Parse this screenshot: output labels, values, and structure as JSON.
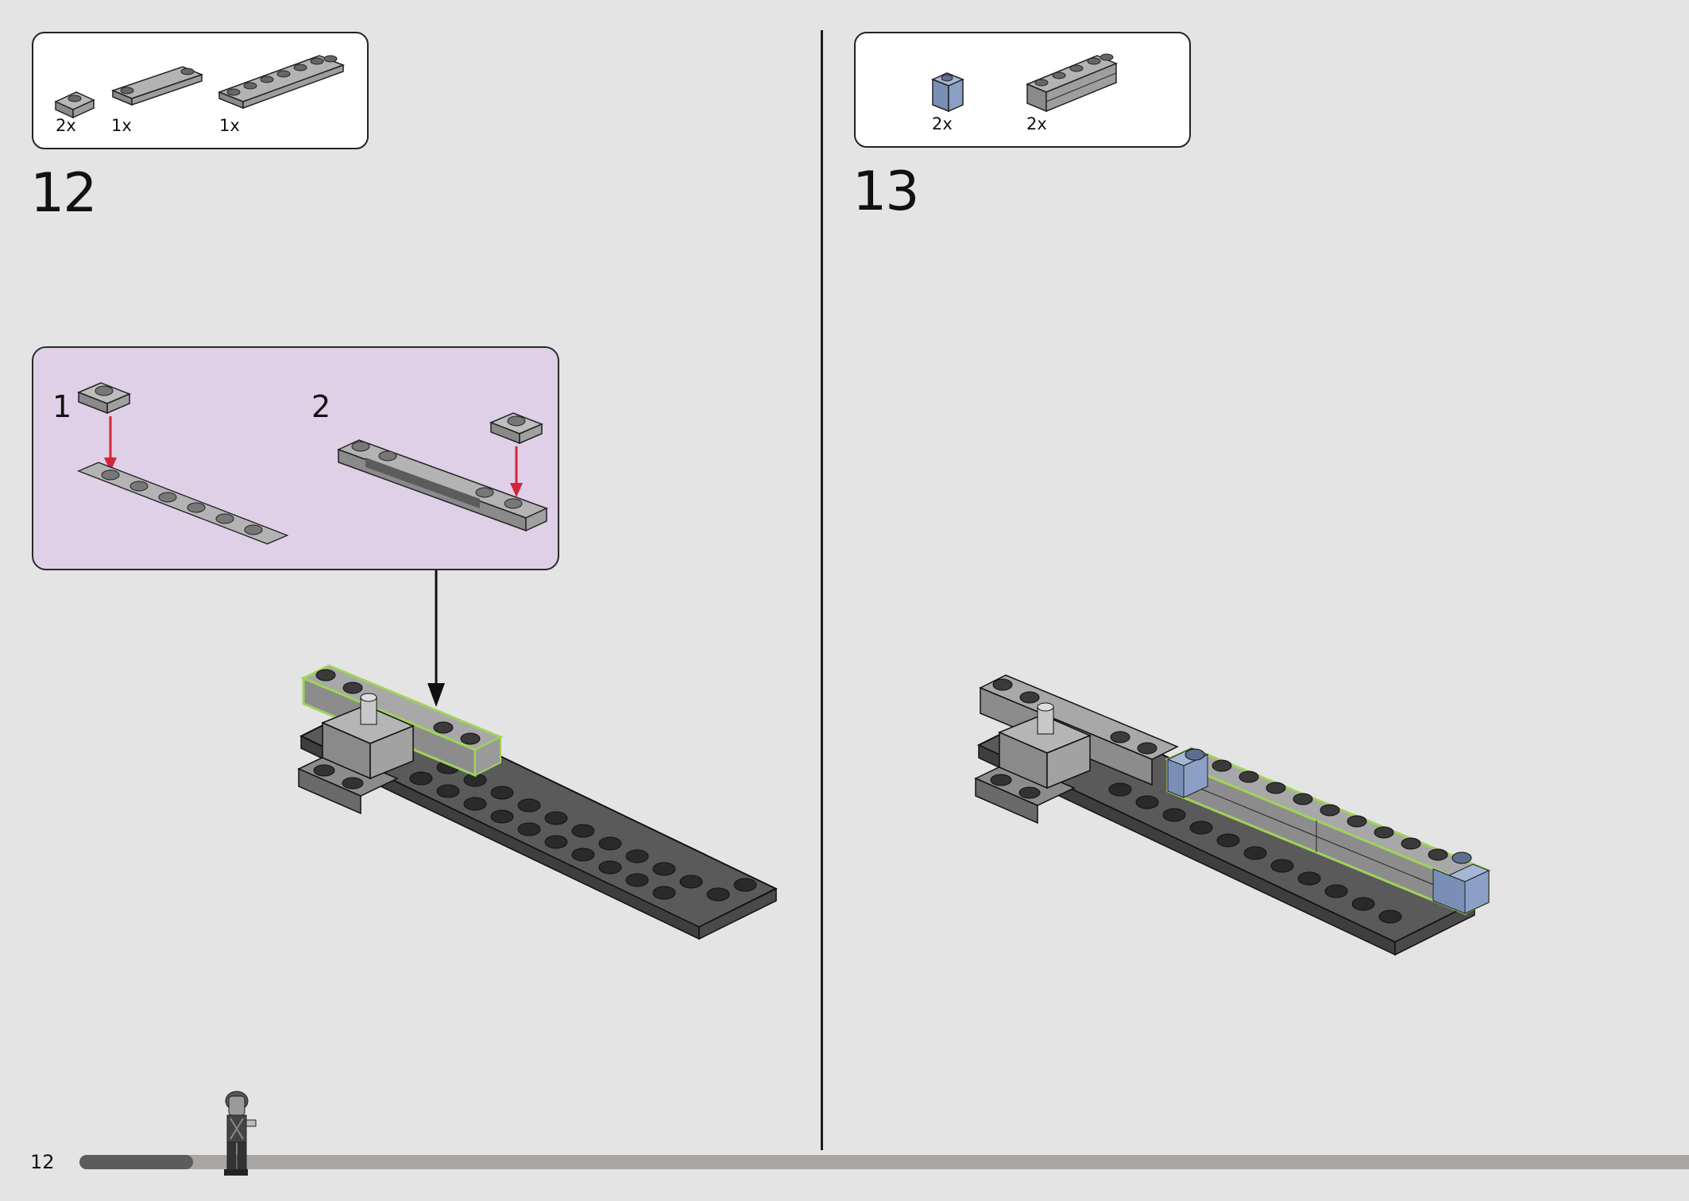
{
  "page": {
    "number": "12",
    "progress": 0.07
  },
  "steps": [
    {
      "number": "12",
      "parts": [
        {
          "qty": "2x"
        },
        {
          "qty": "1x"
        },
        {
          "qty": "1x"
        }
      ],
      "subassembly": {
        "sub_steps": [
          "1",
          "2"
        ]
      }
    },
    {
      "number": "13",
      "parts": [
        {
          "qty": "2x"
        },
        {
          "qty": "2x"
        }
      ]
    }
  ],
  "colors": {
    "background": "#e4e4e4",
    "subassembly_bg": "#dfcfe7",
    "highlight_outline": "#9fd35a",
    "arrow_red": "#d0263a",
    "new_brick_blue": "#8ba0c4",
    "plate_dark": "#4a4a4a",
    "plate_light": "#9a9a9a"
  }
}
